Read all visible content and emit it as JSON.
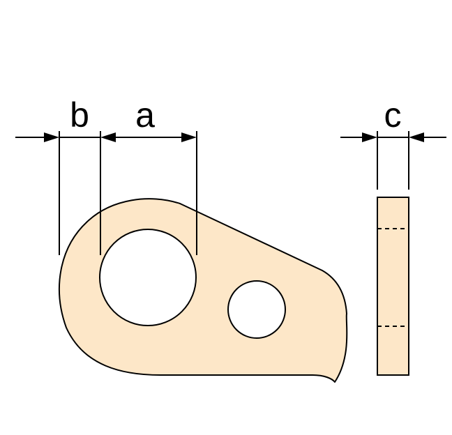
{
  "labels": {
    "b": "b",
    "a": "a",
    "c": "c"
  },
  "colors": {
    "part_fill": "#FDE7C8",
    "outline": "#000000",
    "hole": "#FFFFFF",
    "background": "#FFFFFF"
  }
}
